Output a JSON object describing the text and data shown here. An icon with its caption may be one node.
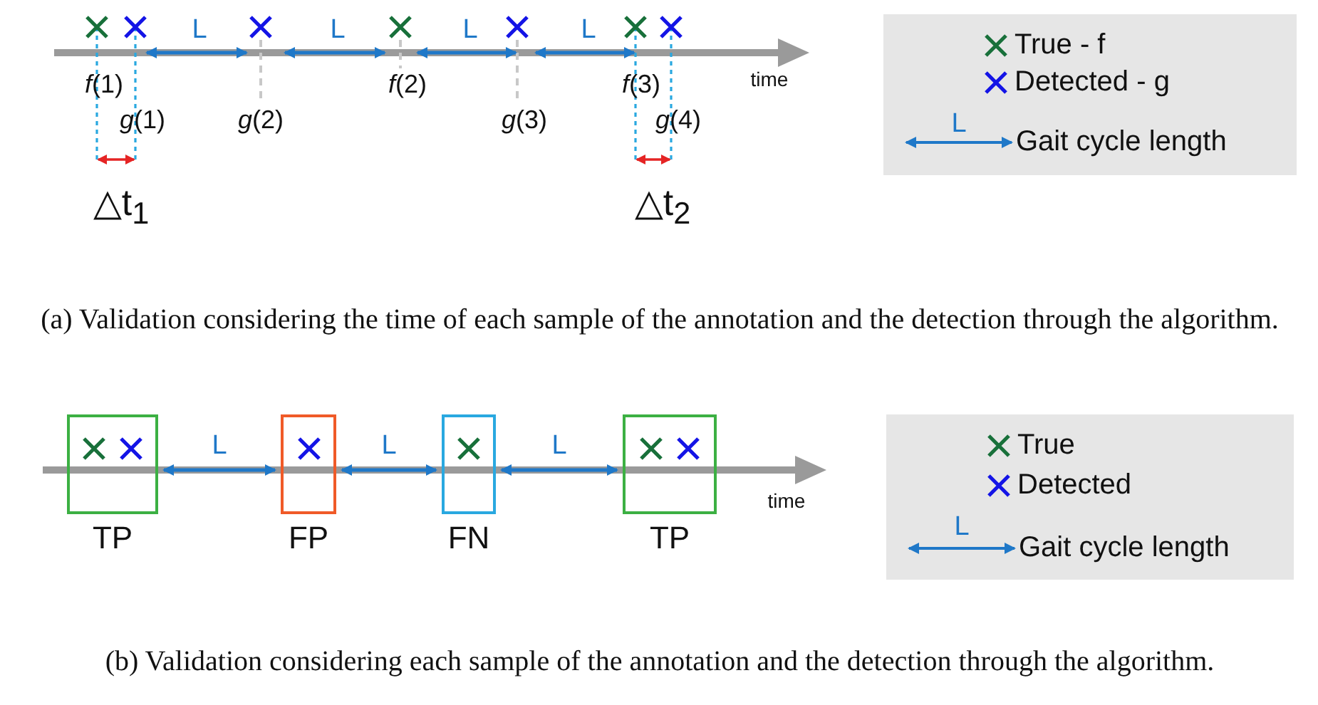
{
  "diagram": {
    "nodes": [
      {
        "text": [
          "TP"
        ]
      },
      {
        "text": [
          "FP"
        ]
      },
      {
        "text": [
          "FN"
        ]
      },
      {
        "text": [
          "TP"
        ]
      }
    ],
    "edges": [
      {
        "from": 0,
        "to": 1,
        "arrow": "both",
        "label": "L"
      },
      {
        "from": 1,
        "to": 2,
        "arrow": "both",
        "label": "L"
      },
      {
        "from": 2,
        "to": 3,
        "arrow": "both",
        "label": "L"
      }
    ],
    "labels": [
      "L",
      "L",
      "L",
      "L",
      "time",
      "*f*(1)",
      "*g*(1)",
      "*g*(2)",
      "*f*(2)",
      "*g*(3)",
      "*f*(3)",
      "*g*(4)",
      "△t$_{1}$",
      "△t$_{2}$",
      "L",
      "(a) Validation considering the time of each sample of the annotation and the detection through the algorithm.",
      "time",
      "L",
      "(b) Validation considering each sample of the annotation and the detection through the algorithm."
    ],
    "legend": [
      {
        "text": "True - f"
      },
      {
        "text": "Detected - g"
      },
      {
        "text": "Gait cycle length"
      },
      {
        "text": "True"
      },
      {
        "text": "Detected"
      },
      {
        "text": "Gait cycle length"
      }
    ]
  }
}
